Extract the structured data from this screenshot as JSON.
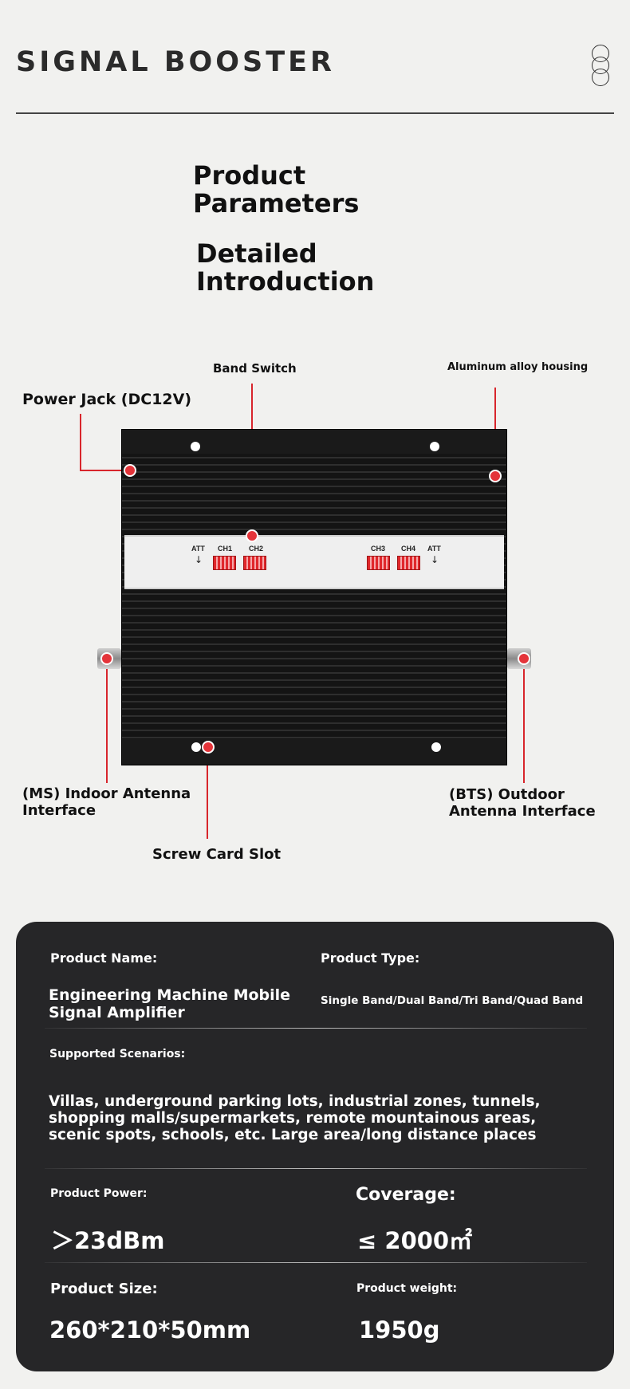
{
  "header": {
    "title": "SIGNAL BOOSTER",
    "icon": "rings-icon"
  },
  "intro": {
    "heading1_line1": "Product",
    "heading1_line2": "Parameters",
    "heading2_line1": "Detailed",
    "heading2_line2": "Introduction"
  },
  "diagram": {
    "callouts": {
      "band_switch": "Band Switch",
      "aluminum_housing": "Aluminum alloy housing",
      "power_jack": "Power Jack (DC12V)",
      "indoor_antenna_line1": "(MS) Indoor Antenna",
      "indoor_antenna_line2": "Interface",
      "outdoor_antenna_line1": "(BTS) Outdoor",
      "outdoor_antenna_line2": "Antenna Interface",
      "screw_slot": "Screw Card Slot"
    },
    "switch_labels": [
      "ATT",
      "CH1",
      "CH2",
      "CH3",
      "CH4",
      "ATT"
    ],
    "arrow_glyph": "↓",
    "accent_color": "#d8262c"
  },
  "specs": {
    "product_name_label": "Product Name:",
    "product_name_line1": "Engineering Machine Mobile",
    "product_name_line2": "Signal Amplifier",
    "product_type_label": "Product Type:",
    "product_type_value": "Single Band/Dual Band/Tri Band/Quad Band",
    "scenarios_label": "Supported Scenarios:",
    "scenarios_line1": "Villas, underground parking lots, industrial zones, tunnels,",
    "scenarios_line2": "shopping malls/supermarkets, remote mountainous areas,",
    "scenarios_line3": "scenic spots, schools, etc. Large area/long distance places",
    "power_label": "Product Power:",
    "power_value": "＞23dBm",
    "coverage_label": "Coverage:",
    "coverage_value": "≤ 2000㎡",
    "size_label": "Product Size:",
    "size_value": "260*210*50mm",
    "weight_label": "Product weight:",
    "weight_value": "1950g"
  }
}
